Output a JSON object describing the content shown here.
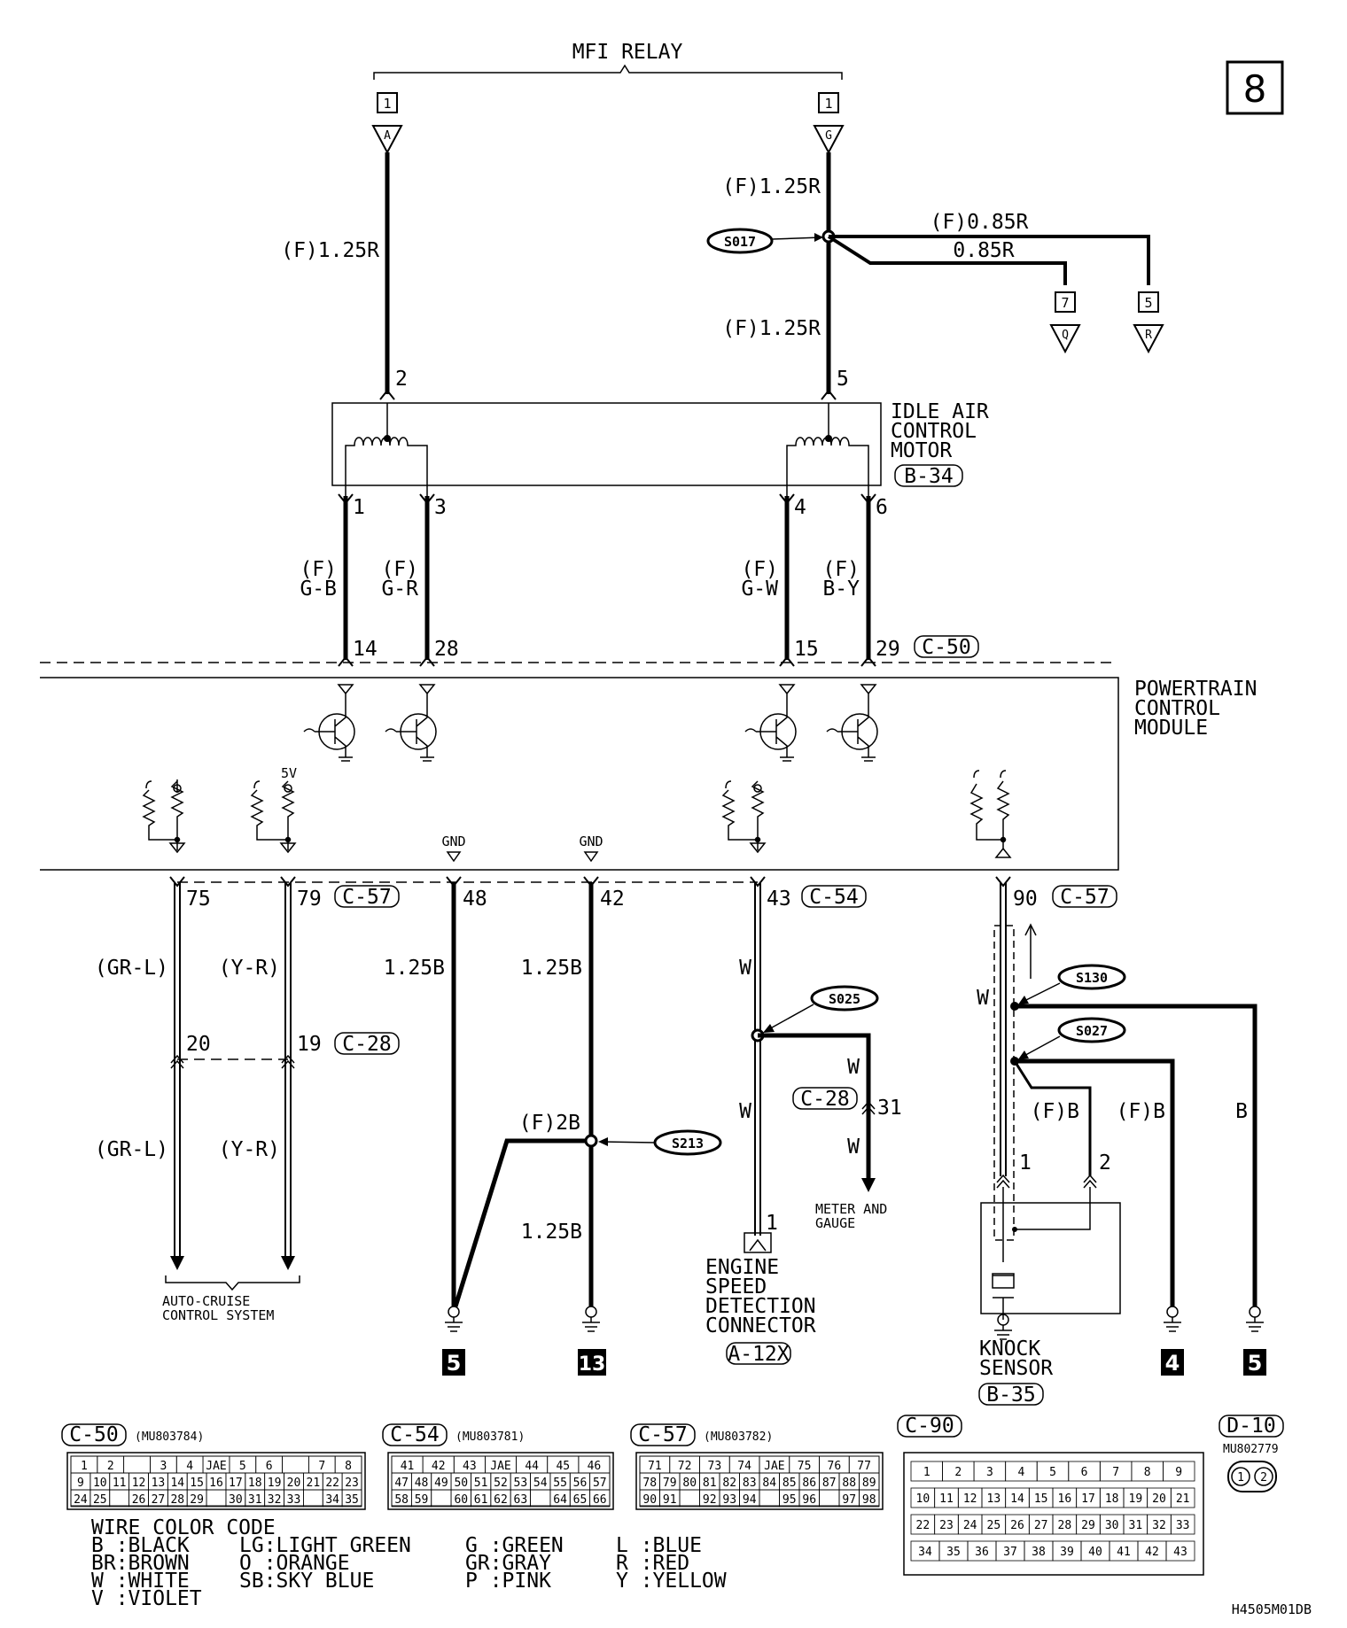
{
  "page_number": "8",
  "figure_code": "H4505M01DB",
  "mfi_relay": {
    "title": "MFI RELAY",
    "pin_left": "1",
    "pin_right": "1",
    "conn_left": "A",
    "conn_right": "G"
  },
  "wires_top": {
    "left": "(F)1.25R",
    "right_upper": "(F)1.25R",
    "right_lower": "(F)1.25R",
    "branch_upper": "(F)0.85R",
    "branch_lower": "0.85R",
    "splice": "S017",
    "pin_q": "7",
    "conn_q": "Q",
    "pin_r": "5",
    "conn_r": "R"
  },
  "idle_air_motor": {
    "title_lines": [
      "IDLE AIR",
      "CONTROL",
      "MOTOR"
    ],
    "connector": "B-34",
    "pins_top": [
      "2",
      "5"
    ],
    "pins_bottom": [
      "1",
      "3",
      "4",
      "6"
    ],
    "wires": [
      {
        "line1": "(F)",
        "line2": "G-B"
      },
      {
        "line1": "(F)",
        "line2": "G-R"
      },
      {
        "line1": "(F)",
        "line2": "G-W"
      },
      {
        "line1": "(F)",
        "line2": "B-Y"
      }
    ]
  },
  "pcm_top_pins": {
    "pins": [
      "14",
      "28",
      "15",
      "29"
    ],
    "connector": "C-50"
  },
  "pcm": {
    "title_lines": [
      "POWERTRAIN",
      "CONTROL",
      "MODULE"
    ],
    "v5": "5V",
    "gnd1": "GND",
    "gnd2": "GND"
  },
  "pcm_bottom": {
    "pins": [
      "75",
      "79",
      "48",
      "42",
      "43",
      "90"
    ],
    "conn_c57": "C-57",
    "conn_c54": "C-54",
    "conn_c57b": "C-57"
  },
  "cruise": {
    "wire1": "(GR-L)",
    "wire2": "(Y-R)",
    "wire1b": "(GR-L)",
    "wire2b": "(Y-R)",
    "pin_a": "20",
    "pin_b": "19",
    "connector": "C-28",
    "dest_lines": [
      "AUTO-CRUISE",
      "CONTROL SYSTEM"
    ]
  },
  "ground_wires": {
    "w48": "1.25B",
    "w42": "1.25B",
    "w42b": "1.25B",
    "branch": "(F)2B",
    "splice": "S213",
    "ground_left": "5",
    "ground_right": "13"
  },
  "engine_speed": {
    "wire": "W",
    "wire2": "W",
    "branch_wire": "W",
    "branch_wire2": "W",
    "splice": "S025",
    "connector_c28": "C-28",
    "pin_31": "31",
    "pin_1": "1",
    "meter_lines": [
      "METER AND",
      "GAUGE"
    ],
    "title_lines": [
      "ENGINE",
      "SPEED",
      "DETECTION",
      "CONNECTOR"
    ],
    "connector": "A-12X"
  },
  "knock": {
    "wire_w": "W",
    "splice1": "S130",
    "splice2": "S027",
    "wire_fb1": "(F)B",
    "wire_fb2": "(F)B",
    "wire_b": "B",
    "pin1": "1",
    "pin2": "2",
    "title_lines": [
      "KNOCK",
      "SENSOR"
    ],
    "connector": "B-35",
    "ground_mid": "4",
    "ground_right": "5"
  },
  "connector_tables": {
    "c50": {
      "name": "C-50",
      "part": "(MU803784)",
      "rows": [
        [
          "1",
          "2",
          "",
          "3",
          "4",
          "JAE",
          "5",
          "6",
          "",
          "7",
          "8"
        ],
        [
          "9",
          "10",
          "11",
          "12",
          "13",
          "14",
          "15",
          "16",
          "17",
          "18",
          "19",
          "20",
          "21",
          "22",
          "23"
        ],
        [
          "24",
          "25",
          "",
          "26",
          "27",
          "28",
          "29",
          "",
          "30",
          "31",
          "32",
          "33",
          "",
          "34",
          "35"
        ]
      ]
    },
    "c54": {
      "name": "C-54",
      "part": "(MU803781)",
      "rows": [
        [
          "41",
          "42",
          "43",
          "JAE",
          "44",
          "45",
          "46"
        ],
        [
          "47",
          "48",
          "49",
          "50",
          "51",
          "52",
          "53",
          "54",
          "55",
          "56",
          "57"
        ],
        [
          "58",
          "59",
          "",
          "60",
          "61",
          "62",
          "63",
          "",
          "64",
          "65",
          "66"
        ]
      ]
    },
    "c57": {
      "name": "C-57",
      "part": "(MU803782)",
      "rows": [
        [
          "71",
          "72",
          "73",
          "74",
          "JAE",
          "75",
          "76",
          "77"
        ],
        [
          "78",
          "79",
          "80",
          "81",
          "82",
          "83",
          "84",
          "85",
          "86",
          "87",
          "88",
          "89"
        ],
        [
          "90",
          "91",
          "",
          "92",
          "93",
          "94",
          "",
          "95",
          "96",
          "",
          "97",
          "98"
        ]
      ]
    },
    "c90": {
      "name": "C-90",
      "rows": [
        [
          "1",
          "2",
          "3",
          "4",
          "5",
          "6",
          "7",
          "8",
          "9"
        ],
        [
          "10",
          "11",
          "12",
          "13",
          "14",
          "15",
          "16",
          "17",
          "18",
          "19",
          "20",
          "21"
        ],
        [
          "22",
          "23",
          "24",
          "25",
          "26",
          "27",
          "28",
          "29",
          "30",
          "31",
          "32",
          "33"
        ],
        [
          "34",
          "35",
          "36",
          "37",
          "38",
          "39",
          "40",
          "41",
          "42",
          "43"
        ]
      ]
    },
    "d10": {
      "name": "D-10",
      "part": "MU802779",
      "pins": [
        "1",
        "2"
      ]
    }
  },
  "legend": {
    "title": "WIRE COLOR CODE",
    "col1": [
      "B :BLACK",
      "BR:BROWN",
      "W :WHITE",
      "V :VIOLET"
    ],
    "col2": [
      "LG:LIGHT GREEN",
      "O :ORANGE",
      "SB:SKY BLUE"
    ],
    "col3": [
      "G :GREEN",
      "GR:GRAY",
      "P :PINK"
    ],
    "col4": [
      "L :BLUE",
      "R :RED",
      "Y :YELLOW"
    ]
  }
}
